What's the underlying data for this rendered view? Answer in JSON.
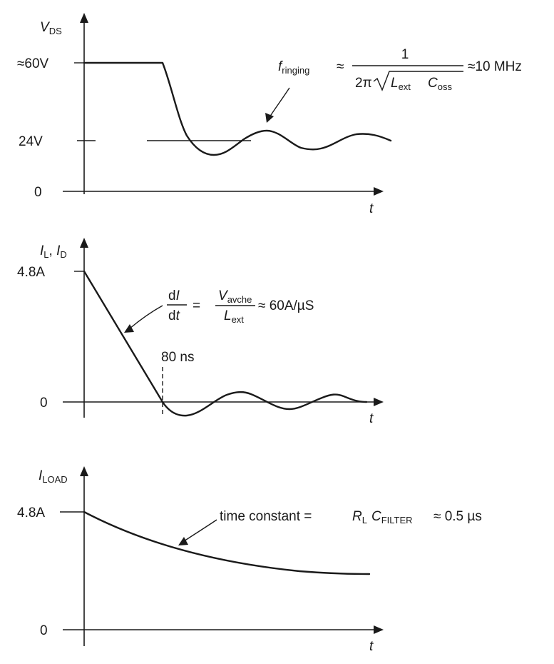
{
  "panel1": {
    "y_label_main": "V",
    "y_label_sub": "DS",
    "tick_60": "≈60V",
    "tick_24": "24V",
    "tick_0": "0",
    "x_label": "t",
    "formula_f": "f",
    "formula_f_sub": "ringing",
    "formula_approx": "≈",
    "formula_num": "1",
    "formula_den_prefix": "2π",
    "formula_L": "L",
    "formula_L_sub": "ext",
    "formula_C": "C",
    "formula_C_sub": "oss",
    "formula_result": "≈10 MHz"
  },
  "panel2": {
    "y_label_I1": "I",
    "y_label_sub1": "L",
    "y_label_comma": ", ",
    "y_label_I2": "I",
    "y_label_sub2": "D",
    "tick_48": "4.8A",
    "tick_0": "0",
    "x_label": "t",
    "marker_80": "80 ns",
    "formula_dI_d": "d",
    "formula_dI_I": "I",
    "formula_dt_d": "d",
    "formula_dt_t": "t",
    "formula_eq": "=",
    "formula_V": "V",
    "formula_V_sub": "avche",
    "formula_L": "L",
    "formula_L_sub": "ext",
    "formula_result": "≈ 60A/µS"
  },
  "panel3": {
    "y_label_main": "I",
    "y_label_sub": "LOAD",
    "tick_48": "4.8A",
    "tick_0": "0",
    "x_label": "t",
    "formula_text": "time constant =",
    "formula_R": "R",
    "formula_R_sub": "L",
    "formula_C": "C",
    "formula_C_sub": "FILTER",
    "formula_result": "≈ 0.5 µs"
  }
}
